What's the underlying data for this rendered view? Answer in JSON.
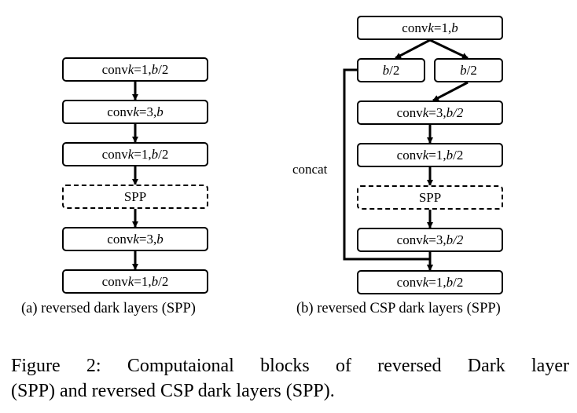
{
  "diagram_a": {
    "blocks": [
      [
        "conv ",
        "k",
        "=1, ",
        "b",
        "/2"
      ],
      [
        "conv ",
        "k",
        "=3, ",
        "b",
        ""
      ],
      [
        "conv ",
        "k",
        "=1, ",
        "b",
        "/2"
      ],
      [
        "SPP"
      ],
      [
        "conv ",
        "k",
        "=3, ",
        "b",
        ""
      ],
      [
        "conv ",
        "k",
        "=1, ",
        "b",
        "/2"
      ]
    ],
    "caption": "(a) reversed dark layers (SPP)"
  },
  "diagram_b": {
    "top": [
      "conv ",
      "k",
      "=1, ",
      "b",
      ""
    ],
    "split_left": [
      "",
      "b",
      "/2"
    ],
    "split_right": [
      "",
      "b",
      "/2"
    ],
    "chain": [
      [
        "conv ",
        "k",
        "=3, ",
        "b/2",
        ""
      ],
      [
        "conv ",
        "k",
        "=1, ",
        "b",
        "/2"
      ],
      [
        "SPP"
      ],
      [
        "conv ",
        "k",
        "=3, ",
        "b/2",
        ""
      ],
      [
        "conv ",
        "k",
        "=1, ",
        "b",
        "/2"
      ]
    ],
    "concat_label": "concat",
    "caption": "(b) reversed CSP dark layers (SPP)"
  },
  "figure_caption": {
    "line1_words": [
      "Figure",
      "2:",
      "Computaional",
      "blocks",
      "of",
      "reversed",
      "Dark",
      "layer"
    ],
    "line2": "(SPP) and reversed CSP dark layers (SPP)."
  }
}
